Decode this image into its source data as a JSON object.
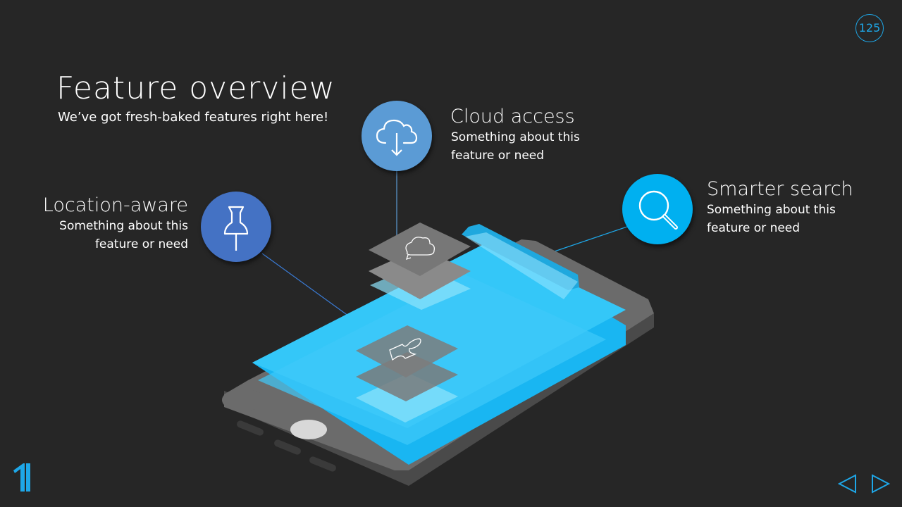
{
  "slide": {
    "title": "Feature overview",
    "subtitle": "We’ve got fresh-baked features right here!",
    "page_number": "125"
  },
  "features": {
    "location": {
      "title": "Location-aware",
      "description": "Something about this feature or need",
      "icon": "pushpin-icon",
      "color": "#4472c4"
    },
    "cloud": {
      "title": "Cloud access",
      "description": "Something about this feature or need",
      "icon": "cloud-download-icon",
      "color": "#5b9bd5"
    },
    "search": {
      "title": "Smarter search",
      "description": "Something about this feature or need",
      "icon": "magnifier-icon",
      "color": "#00b0f0"
    }
  },
  "colors": {
    "background": "#262626",
    "accent": "#1ea7e8",
    "screen": "#29c4f6"
  },
  "nav": {
    "prev_icon": "triangle-left-icon",
    "next_icon": "triangle-right-icon"
  }
}
